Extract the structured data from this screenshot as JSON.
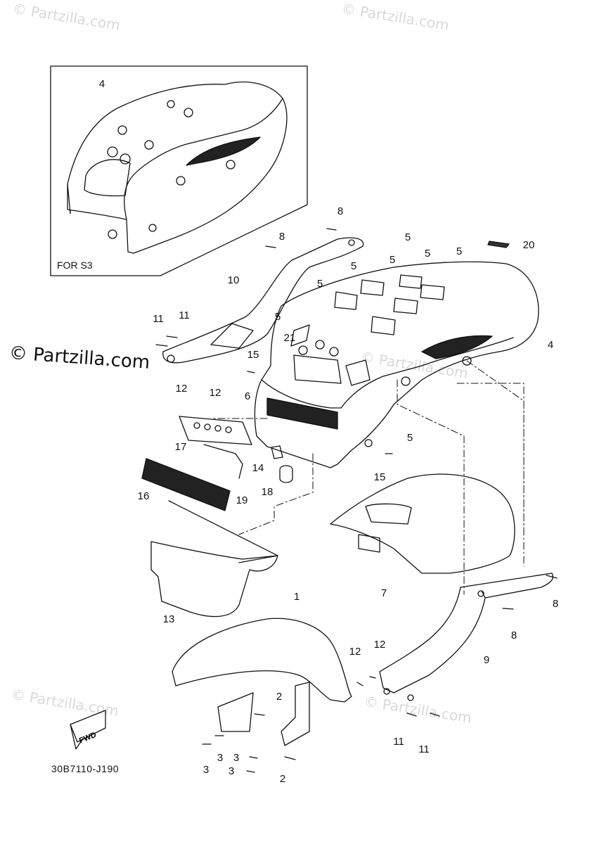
{
  "watermark": {
    "text": "© Partzilla.com"
  },
  "corner_watermark": {
    "text": "© Partzilla.com"
  },
  "inset": {
    "caption": "FOR S3"
  },
  "drawing_code": "30B7110-J190",
  "direction_arrow": {
    "label": "FWD"
  },
  "callouts": [
    {
      "id": "c4-inset",
      "label": "4"
    },
    {
      "id": "c8-top",
      "label": "8"
    },
    {
      "id": "c8-left",
      "label": "8"
    },
    {
      "id": "c5-a",
      "label": "5"
    },
    {
      "id": "c5-b",
      "label": "5"
    },
    {
      "id": "c5-c",
      "label": "5"
    },
    {
      "id": "c5-d",
      "label": "5"
    },
    {
      "id": "c5-e",
      "label": "5"
    },
    {
      "id": "c5-f",
      "label": "5"
    },
    {
      "id": "c5-g",
      "label": "5"
    },
    {
      "id": "c5-h",
      "label": "5"
    },
    {
      "id": "c20",
      "label": "20"
    },
    {
      "id": "c10",
      "label": "10"
    },
    {
      "id": "c11-a",
      "label": "11"
    },
    {
      "id": "c11-b",
      "label": "11"
    },
    {
      "id": "c21",
      "label": "21"
    },
    {
      "id": "c15-a",
      "label": "15"
    },
    {
      "id": "c4-main",
      "label": "4"
    },
    {
      "id": "c12-a",
      "label": "12"
    },
    {
      "id": "c12-b",
      "label": "12"
    },
    {
      "id": "c6",
      "label": "6"
    },
    {
      "id": "c17",
      "label": "17"
    },
    {
      "id": "c14",
      "label": "14"
    },
    {
      "id": "c15-b",
      "label": "15"
    },
    {
      "id": "c18",
      "label": "18"
    },
    {
      "id": "c19",
      "label": "19"
    },
    {
      "id": "c16",
      "label": "16"
    },
    {
      "id": "c7",
      "label": "7"
    },
    {
      "id": "c8-right-a",
      "label": "8"
    },
    {
      "id": "c8-right-b",
      "label": "8"
    },
    {
      "id": "c13",
      "label": "13"
    },
    {
      "id": "c1",
      "label": "1"
    },
    {
      "id": "c9",
      "label": "9"
    },
    {
      "id": "c12-c",
      "label": "12"
    },
    {
      "id": "c12-d",
      "label": "12"
    },
    {
      "id": "c2-a",
      "label": "2"
    },
    {
      "id": "c2-b",
      "label": "2"
    },
    {
      "id": "c3-a",
      "label": "3"
    },
    {
      "id": "c3-b",
      "label": "3"
    },
    {
      "id": "c3-c",
      "label": "3"
    },
    {
      "id": "c3-d",
      "label": "3"
    },
    {
      "id": "c11-c",
      "label": "11"
    },
    {
      "id": "c11-d",
      "label": "11"
    }
  ]
}
